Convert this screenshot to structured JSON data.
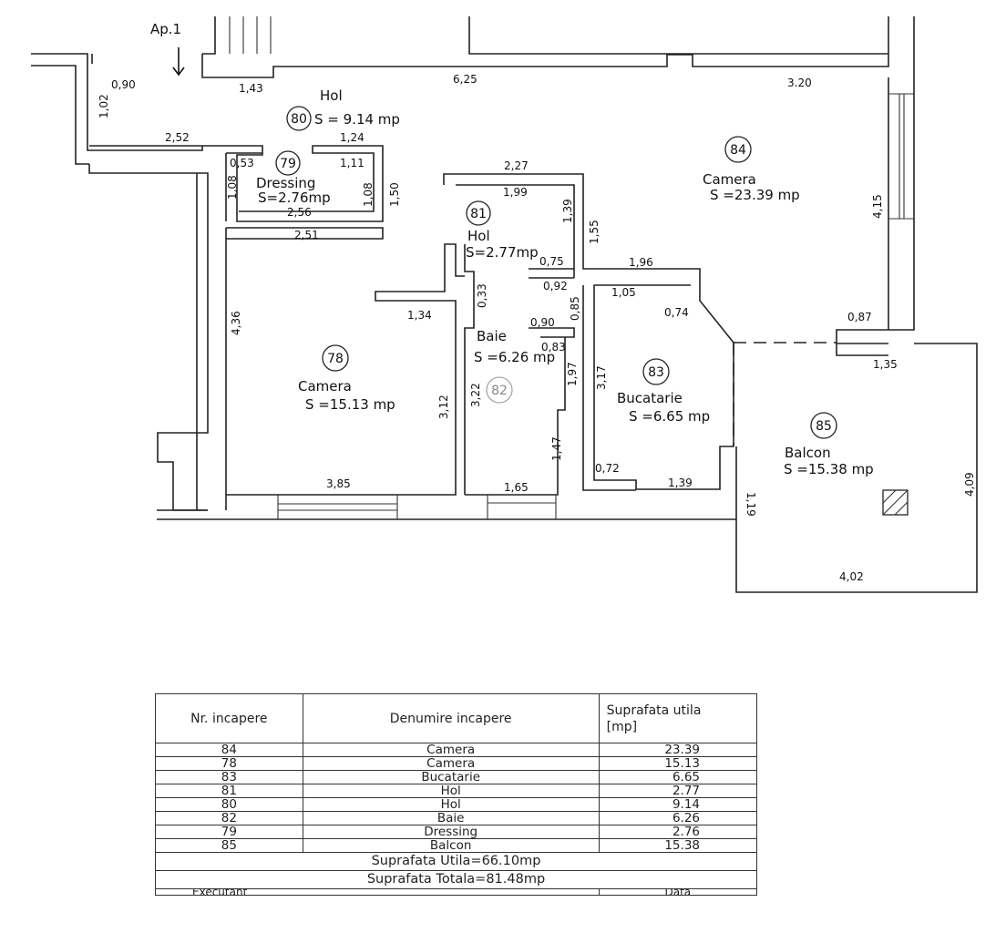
{
  "plan": {
    "entrance_label": "Ap.1",
    "rooms": {
      "r80": {
        "num": "80",
        "name": "Hol",
        "area": "S =  9.14 mp"
      },
      "r79": {
        "num": "79",
        "name": "Dressing",
        "area": "S=2.76mp"
      },
      "r84": {
        "num": "84",
        "name": "Camera",
        "area": "S =23.39 mp"
      },
      "r81": {
        "num": "81",
        "name": "Hol",
        "area": "S=2.77mp"
      },
      "r78": {
        "num": "78",
        "name": "Camera",
        "area": "S =15.13 mp"
      },
      "r82": {
        "num": "82",
        "name": "Baie",
        "area": "S =6.26 mp"
      },
      "r83": {
        "num": "83",
        "name": "Bucatarie",
        "area": "S =6.65 mp"
      },
      "r85": {
        "num": "85",
        "name": "Balcon",
        "area": "S =15.38 mp"
      }
    },
    "dims": {
      "d090": "0,90",
      "d102": "1,02",
      "d143": "1,43",
      "d625": "6,25",
      "d320": "3.20",
      "d252": "2,52",
      "d124": "1,24",
      "d053": "0,53",
      "d111": "1,11",
      "d108a": "1,08",
      "d108b": "1,08",
      "d150": "1,50",
      "d256": "2,56",
      "d251": "2,51",
      "d227": "2,27",
      "d199": "1,99",
      "d139a": "1,39",
      "d155": "1,55",
      "d415": "4,15",
      "d075": "0,75",
      "d196": "1,96",
      "d092": "0,92",
      "d033": "0,33",
      "d085": "0,85",
      "d105": "1,05",
      "d074": "0,74",
      "d087": "0,87",
      "d134": "1,34",
      "d436": "4,36",
      "d090b": "0,90",
      "d083": "0,83",
      "d135": "1,35",
      "d097": "1,97",
      "d317": "3,17",
      "d312": "3,12",
      "d322": "3,22",
      "d147": "1,47",
      "d409": "4,09",
      "d385": "3,85",
      "d165": "1,65",
      "d072": "0,72",
      "d139b": "1,39",
      "d119": "1,19",
      "d402": "4,02"
    }
  },
  "legend": {
    "headers": [
      "Nr. incapere",
      "Denumire incapere",
      "Suprafata utila",
      "[mp]"
    ],
    "rows": [
      {
        "nr": "84",
        "name": "Camera",
        "area": "23.39"
      },
      {
        "nr": "78",
        "name": "Camera",
        "area": "15.13"
      },
      {
        "nr": "83",
        "name": "Bucatarie",
        "area": "6.65"
      },
      {
        "nr": "81",
        "name": "Hol",
        "area": "2.77"
      },
      {
        "nr": "80",
        "name": "Hol",
        "area": "9.14"
      },
      {
        "nr": "82",
        "name": "Baie",
        "area": "6.26"
      },
      {
        "nr": "79",
        "name": "Dressing",
        "area": "2.76"
      },
      {
        "nr": "85",
        "name": "Balcon",
        "area": "15.38"
      }
    ],
    "total_util": "Suprafata Utila=66.10mp",
    "total": "Suprafata Totala=81.48mp",
    "footer_left": "Executant",
    "footer_right": "Data"
  }
}
